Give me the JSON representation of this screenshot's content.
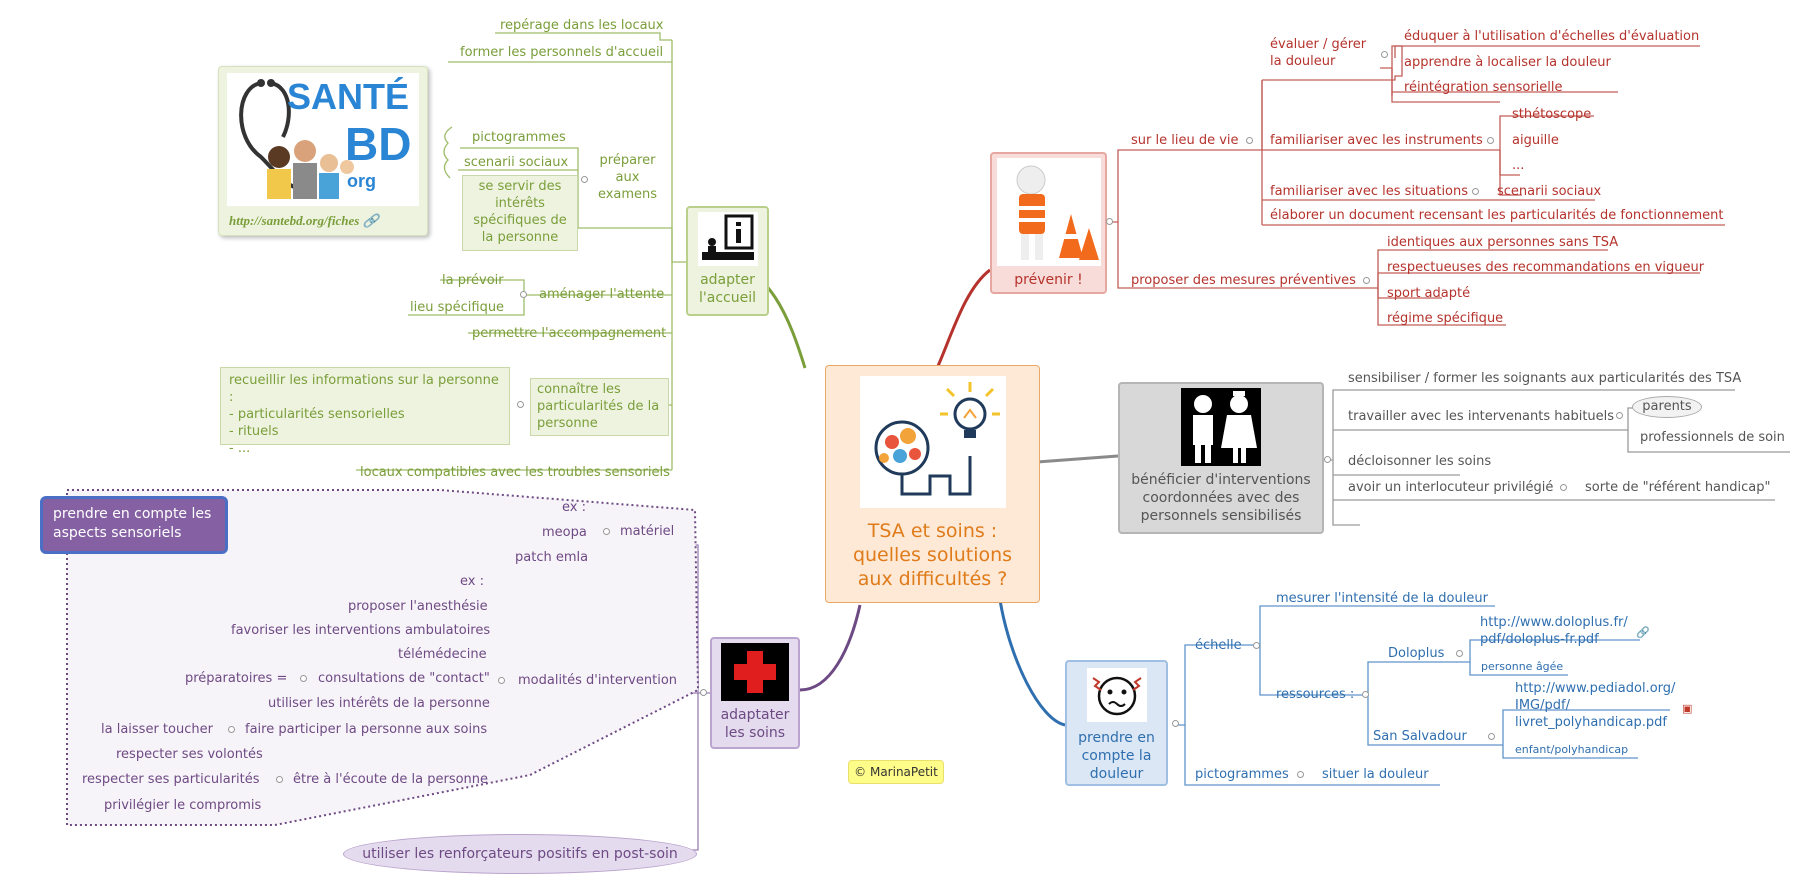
{
  "center": {
    "title": "TSA et soins : quelles solutions aux difficultés ?"
  },
  "copyright": "© MarinaPetit",
  "accueil": {
    "label": "adapter l'accueil",
    "items": {
      "reperage": "repérage dans les locaux",
      "former": "former les personnels d'accueil",
      "preparer": "préparer aux examens",
      "pictogrammes": "pictogrammes",
      "scenarii": "scenarii sociaux",
      "interets": "se servir des intérêts spécifiques de la personne",
      "amenager": "aménager l'attente",
      "prevoir": "la prévoir",
      "lieu": "lieu spécifique",
      "accompagnement": "permettre l'accompagnement",
      "connaitre": "connaître les particularités de la personne",
      "recueillir": "recueillir les informations sur la personne :",
      "part_sens": "- particularités sensorielles",
      "rituels": "- rituels",
      "etc": "- ...",
      "locaux": "locaux compatibles avec les troubles sensoriels"
    },
    "santebd": {
      "line1": "SANTÉ",
      "line2": "BD",
      "line3": "org",
      "link": "http://santebd.org/fiches"
    }
  },
  "prevenir": {
    "label": "prévenir !",
    "lieu_vie": "sur le lieu de vie",
    "evaluer": "évaluer / gérer la douleur",
    "eduquer": "éduquer à l'utilisation d'échelles d'évaluation",
    "localiser": "apprendre à localiser la douleur",
    "reintegration": "réintégration sensorielle",
    "instruments": "familiariser avec les instruments",
    "stetho": "sthétoscope",
    "aiguille": "aiguille",
    "dots": "...",
    "situations": "familiariser avec les situations",
    "scenarii": "scenarii sociaux",
    "elaborer": "élaborer un document recensant les particularités de fonctionnement",
    "mesures": "proposer des mesures préventives",
    "identiques": "identiques aux personnes sans TSA",
    "respectueuses": "respectueuses des recommandations en vigueur",
    "sport": "sport adapté",
    "regime": "régime spécifique"
  },
  "interventions": {
    "label": "bénéficier d'interventions coordonnées avec des personnels sensibilisés",
    "sensibiliser": "sensibiliser / former les soignants aux particularités des TSA",
    "travailler": "travailler avec les intervenants habituels",
    "parents": "parents",
    "pros": "professionnels de soin",
    "decloisonner": "décloisonner les soins",
    "interlocuteur": "avoir un interlocuteur privilégié",
    "referent": "sorte de \"référent handicap\""
  },
  "douleur": {
    "label": "prendre en compte la douleur",
    "echelle": "échelle",
    "mesurer": "mesurer l'intensité de la douleur",
    "ressources": "ressources :",
    "doloplus": "Doloplus",
    "doloplus_url": "http://www.doloplus.fr/ pdf/doloplus-fr.pdf",
    "agee": "personne âgée",
    "salvadour": "San Salvadour",
    "pediadol_url": "http://www.pediadol.org/ IMG/pdf/ livret_polyhandicap.pdf",
    "poly": "enfant/polyhandicap",
    "pictogrammes": "pictogrammes",
    "situer": "situer la douleur"
  },
  "soins": {
    "label": "adaptater les soins",
    "sensoriels": "prendre en compte les aspects sensoriels",
    "materiel": "matériel",
    "ex1": "ex :",
    "meopa": "meopa",
    "patch": "patch emla",
    "modalites": "modalités d'intervention",
    "ex2": "ex :",
    "anesthesie": "proposer l'anesthésie",
    "ambulatoires": "favoriser les interventions ambulatoires",
    "telemedecine": "télémédecine",
    "preparatoires": "préparatoires =",
    "contact": "consultations de \"contact\"",
    "interets": "utiliser les intérêts de la personne",
    "toucher": "la laisser toucher",
    "participer": "faire participer la personne aux soins",
    "volontes": "respecter ses volontés",
    "particularites": "respecter ses particularités",
    "compromis": "privilégier le compromis",
    "ecoute": "être à l'écoute de la personne",
    "renforcateurs": "utiliser les renforçateurs positifs en post-soin"
  },
  "colors": {
    "green": "#7a9e3a",
    "red": "#b5332c",
    "gray": "#555555",
    "blue": "#2f6fb0",
    "purple": "#6e4a84",
    "center": "#e07b1a"
  }
}
